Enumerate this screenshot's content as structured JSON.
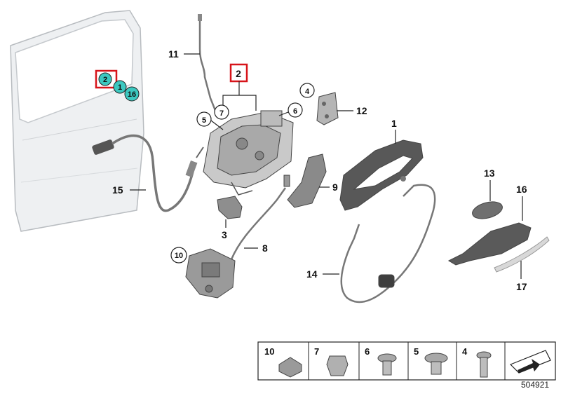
{
  "diagram": {
    "callouts": {
      "c1": "1",
      "c2": "2",
      "c3": "3",
      "c8": "8",
      "c9": "9",
      "c11": "11",
      "c12": "12",
      "c13": "13",
      "c14": "14",
      "c15": "15",
      "c16": "16",
      "c17": "17"
    },
    "circled": {
      "k4": "4",
      "k5": "5",
      "k6": "6",
      "k7": "7",
      "k10": "10"
    },
    "door_markers": {
      "m2": "2",
      "m1": "1",
      "m16": "16"
    },
    "legend": {
      "items": [
        "10",
        "7",
        "6",
        "5",
        "4"
      ]
    },
    "reference_number": "504921",
    "colors": {
      "highlight_box": "#d7141a",
      "marker_fill": "#3cc8c0",
      "part_gray": "#9a9a9a",
      "door_fill": "#eef0f2"
    }
  }
}
